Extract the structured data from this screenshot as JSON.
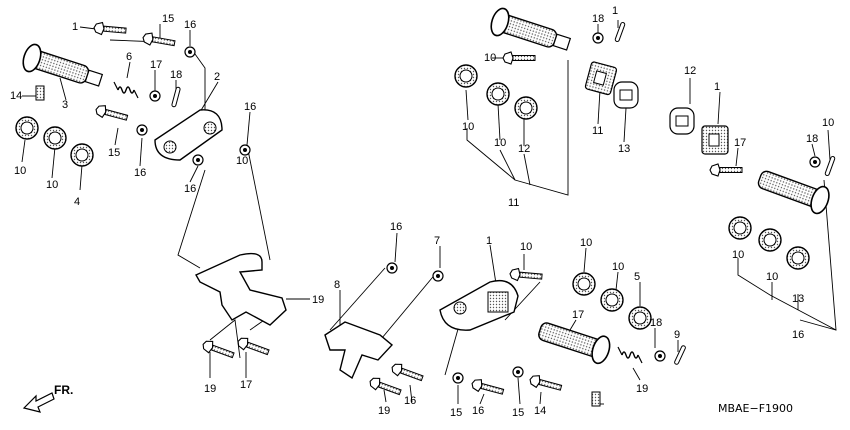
{
  "diagram": {
    "code": "MBAE−F1900",
    "arrow_label": "FR.",
    "callouts": [
      {
        "id": "c1a",
        "text": "1"
      },
      {
        "id": "c15a",
        "text": "15"
      },
      {
        "id": "c16a",
        "text": "16"
      },
      {
        "id": "c6",
        "text": "6"
      },
      {
        "id": "c17a",
        "text": "17"
      },
      {
        "id": "c18a",
        "text": "18"
      },
      {
        "id": "c2",
        "text": "2"
      },
      {
        "id": "c14a",
        "text": "14"
      },
      {
        "id": "c3",
        "text": "3"
      },
      {
        "id": "c16b",
        "text": "16"
      },
      {
        "id": "c15b",
        "text": "15"
      },
      {
        "id": "c16c",
        "text": "16"
      },
      {
        "id": "c16d",
        "text": "16"
      },
      {
        "id": "c10a",
        "text": "10"
      },
      {
        "id": "c10b",
        "text": "10"
      },
      {
        "id": "c10c",
        "text": "10"
      },
      {
        "id": "c4",
        "text": "4"
      },
      {
        "id": "c19a",
        "text": "19"
      },
      {
        "id": "c19b",
        "text": "19"
      },
      {
        "id": "c17b",
        "text": "17"
      },
      {
        "id": "c18b",
        "text": "18"
      },
      {
        "id": "c1b",
        "text": "1"
      },
      {
        "id": "c10d",
        "text": "10"
      },
      {
        "id": "c10e",
        "text": "10"
      },
      {
        "id": "c10f",
        "text": "10"
      },
      {
        "id": "c12a",
        "text": "12"
      },
      {
        "id": "c11a",
        "text": "11"
      },
      {
        "id": "c13a",
        "text": "13"
      },
      {
        "id": "c11b",
        "text": "11"
      },
      {
        "id": "c12b",
        "text": "12"
      },
      {
        "id": "c1c",
        "text": "1"
      },
      {
        "id": "c17c",
        "text": "17"
      },
      {
        "id": "c18c",
        "text": "18"
      },
      {
        "id": "c10g",
        "text": "10"
      },
      {
        "id": "c10h",
        "text": "10"
      },
      {
        "id": "c10i",
        "text": "10"
      },
      {
        "id": "c13b",
        "text": "13"
      },
      {
        "id": "c16e",
        "text": "16"
      },
      {
        "id": "c16f",
        "text": "16"
      },
      {
        "id": "c7",
        "text": "7"
      },
      {
        "id": "c1d",
        "text": "1"
      },
      {
        "id": "c10j",
        "text": "10"
      },
      {
        "id": "c10k",
        "text": "10"
      },
      {
        "id": "c10l",
        "text": "10"
      },
      {
        "id": "c5",
        "text": "5"
      },
      {
        "id": "c8",
        "text": "8"
      },
      {
        "id": "c17d",
        "text": "17"
      },
      {
        "id": "c18d",
        "text": "18"
      },
      {
        "id": "c9",
        "text": "9"
      },
      {
        "id": "c19c",
        "text": "19"
      },
      {
        "id": "c19d",
        "text": "19"
      },
      {
        "id": "c16g",
        "text": "16"
      },
      {
        "id": "c15c",
        "text": "15"
      },
      {
        "id": "c16h",
        "text": "16"
      },
      {
        "id": "c15d",
        "text": "15"
      },
      {
        "id": "c14b",
        "text": "14"
      }
    ]
  }
}
